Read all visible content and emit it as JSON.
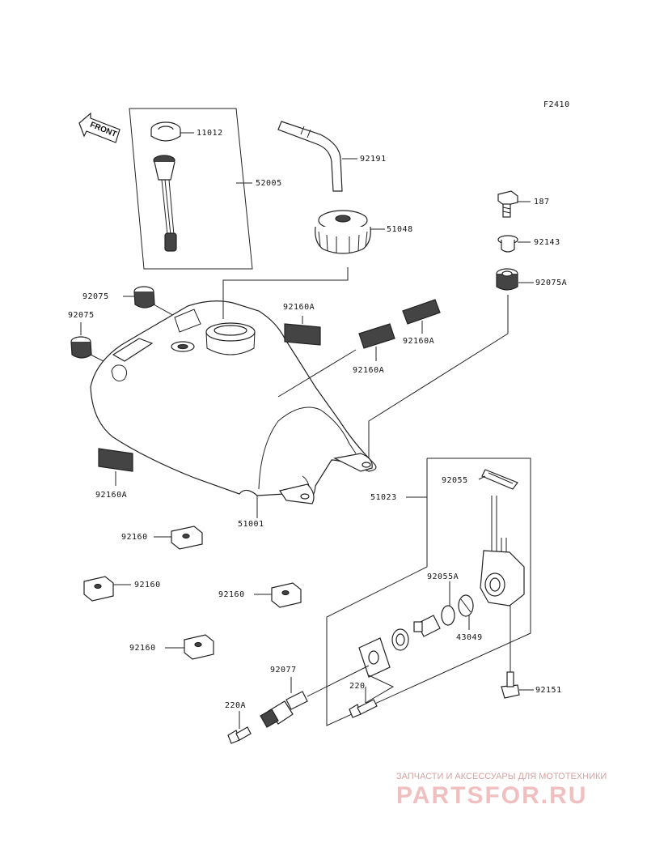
{
  "figure_code": "F2410",
  "front_label": "FRONT",
  "watermark": {
    "tagline": "ЗАПЧАСТИ И АКСЕССУАРЫ ДЛЯ МОТОТЕХНИКИ",
    "brand": "PARTSFOR.RU"
  },
  "parts": {
    "p11012": "11012",
    "p52005": "52005",
    "p92191": "92191",
    "p51048": "51048",
    "p187": "187",
    "p92143": "92143",
    "p92075A": "92075A",
    "p92075a": "92075",
    "p92075b": "92075",
    "p92160A_1": "92160A",
    "p92160A_2": "92160A",
    "p92160A_3": "92160A",
    "p92160A_4": "92160A",
    "p51001": "51001",
    "p92055": "92055",
    "p51023": "51023",
    "p92160_1": "92160",
    "p92160_2": "92160",
    "p92160_3": "92160",
    "p92160_4": "92160",
    "p92055A": "92055A",
    "p43049": "43049",
    "p92077": "92077",
    "p220": "220",
    "p220A": "220A",
    "p92151": "92151"
  }
}
